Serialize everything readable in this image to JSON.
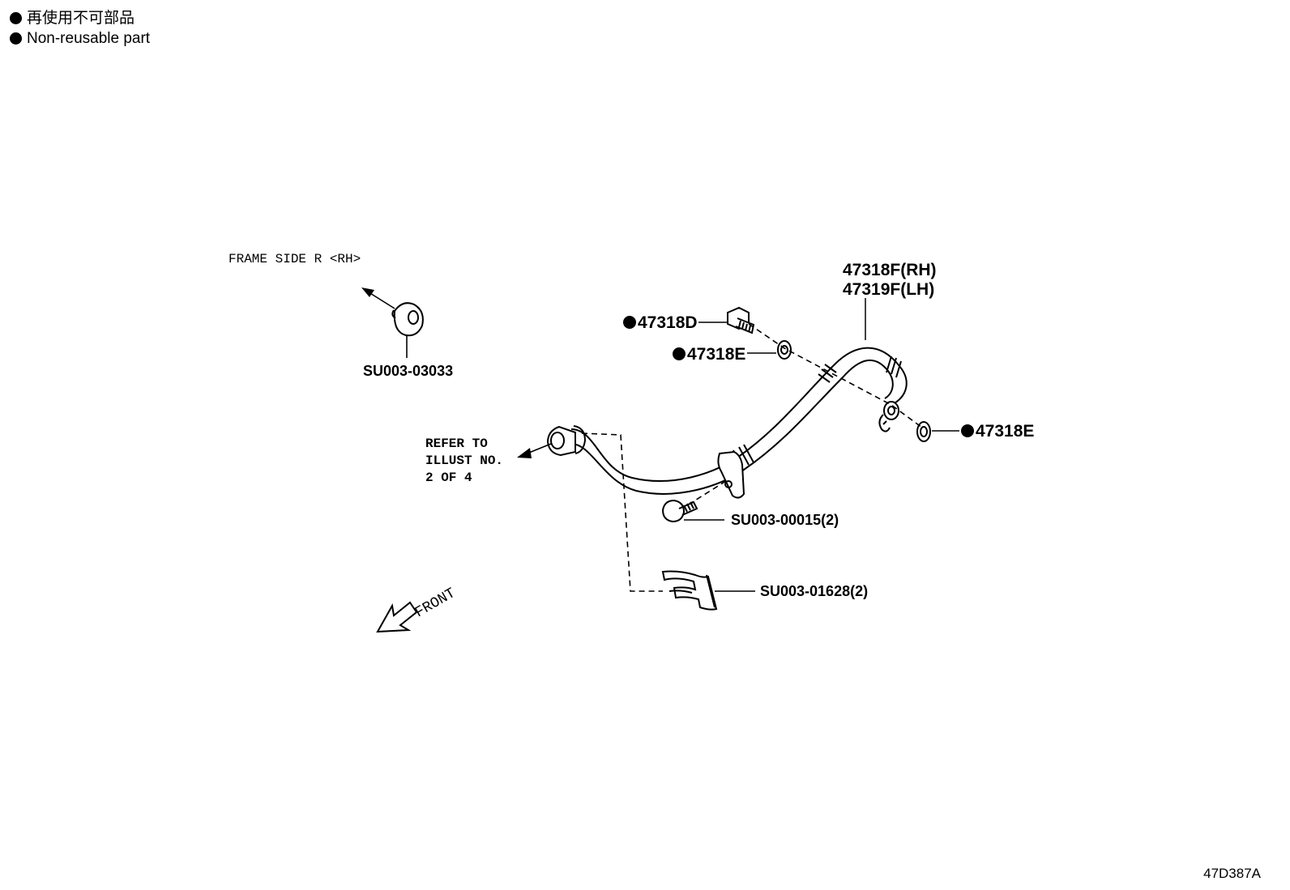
{
  "legend": {
    "jp": "再使用不可部品",
    "en": "Non-reusable part"
  },
  "labels": {
    "frame_side": "FRAME SIDE R <RH>",
    "clip_frame": "SU003-03033",
    "refer_line1": "REFER TO",
    "refer_line2": "ILLUST NO.",
    "refer_line3": "2 OF 4",
    "hose_rh": "47318F(RH)",
    "hose_lh": "47319F(LH)",
    "bolt_union": "47318D",
    "washer_upper": "47318E",
    "washer_lower": "47318E",
    "bolt_bracket": "SU003-00015(2)",
    "clip_hose": "SU003-01628(2)",
    "front": "FRONT"
  },
  "diagram_code": "47D387A"
}
